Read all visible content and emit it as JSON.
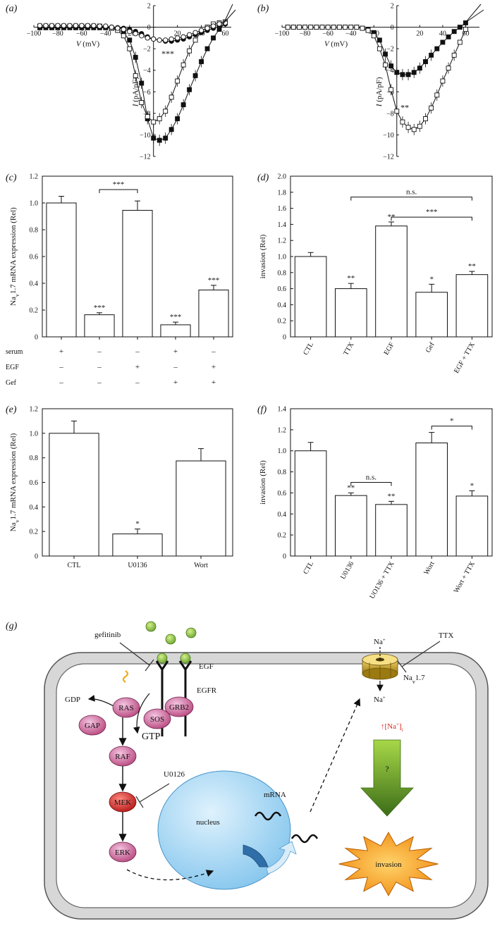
{
  "panel_labels": [
    "(a)",
    "(b)",
    "(c)",
    "(d)",
    "(e)",
    "(f)",
    "(g)"
  ],
  "chart_data": [
    {
      "id": "a",
      "type": "line",
      "xlabel_var": "V",
      "xlabel_unit": "(mV)",
      "ylabel_var": "I",
      "ylabel_unit": "(pA/pF)",
      "xlim": [
        -100,
        65
      ],
      "ylim": [
        -12,
        2
      ],
      "xticks": [
        -100,
        -80,
        -60,
        -40,
        -20,
        20,
        40,
        60
      ],
      "yticks": [
        -12,
        -10,
        -8,
        -6,
        -4,
        -2,
        0,
        2
      ],
      "series": [
        {
          "marker": "filled-square",
          "x": [
            -95,
            -90,
            -85,
            -80,
            -75,
            -70,
            -65,
            -60,
            -55,
            -50,
            -45,
            -40,
            -35,
            -30,
            -25,
            -20,
            -15,
            -10,
            -5,
            0,
            5,
            10,
            15,
            20,
            25,
            30,
            35,
            40,
            45,
            50,
            55,
            60
          ],
          "y": [
            -0.05,
            -0.05,
            -0.05,
            -0.05,
            -0.05,
            -0.05,
            -0.05,
            -0.05,
            -0.05,
            -0.05,
            -0.05,
            -0.05,
            -0.1,
            -0.2,
            -0.5,
            -1.2,
            -2.8,
            -5.2,
            -8.5,
            -10.3,
            -10.5,
            -10.3,
            -9.5,
            -8.5,
            -7.2,
            -5.8,
            -4.5,
            -3.2,
            -2.0,
            -1.0,
            -0.2,
            0.4
          ]
        },
        {
          "marker": "open-square",
          "x": [
            -95,
            -90,
            -85,
            -80,
            -75,
            -70,
            -65,
            -60,
            -55,
            -50,
            -45,
            -40,
            -35,
            -30,
            -25,
            -20,
            -15,
            -10,
            -5,
            0,
            5,
            10,
            15,
            20,
            25,
            30,
            35,
            40,
            45,
            50,
            55,
            60
          ],
          "y": [
            0.1,
            0.1,
            0.1,
            0.1,
            0.1,
            0.1,
            0.1,
            0.1,
            0.1,
            0.1,
            0.1,
            0.0,
            -0.1,
            -0.3,
            -0.8,
            -2.0,
            -4.5,
            -7.0,
            -8.3,
            -8.8,
            -8.5,
            -7.8,
            -6.5,
            -5.0,
            -3.5,
            -2.2,
            -1.2,
            -0.4,
            0.0,
            0.3,
            0.4,
            0.5
          ]
        },
        {
          "marker": "filled-circle",
          "x": [
            -95,
            -90,
            -85,
            -80,
            -75,
            -70,
            -65,
            -60,
            -55,
            -50,
            -45,
            -40,
            -35,
            -30,
            -25,
            -20,
            -15,
            -10,
            -5,
            0,
            5,
            10,
            15,
            20,
            25,
            30,
            35,
            40,
            45,
            50,
            55,
            60
          ],
          "y": [
            0,
            0,
            0,
            0,
            0,
            0,
            0,
            0,
            0,
            0,
            0,
            0,
            0,
            -0.05,
            -0.1,
            -0.2,
            -0.4,
            -0.6,
            -0.9,
            -1.1,
            -1.2,
            -1.3,
            -1.3,
            -1.2,
            -1.1,
            -0.9,
            -0.7,
            -0.5,
            -0.3,
            -0.1,
            0.1,
            0.3
          ]
        },
        {
          "marker": "open-circle",
          "x": [
            -95,
            -90,
            -85,
            -80,
            -75,
            -70,
            -65,
            -60,
            -55,
            -50,
            -45,
            -40,
            -35,
            -30,
            -25,
            -20,
            -15,
            -10,
            -5,
            0,
            5,
            10,
            15,
            20,
            25,
            30,
            35,
            40,
            45,
            50,
            55,
            60
          ],
          "y": [
            0.15,
            0.15,
            0.15,
            0.15,
            0.15,
            0.15,
            0.15,
            0.15,
            0.15,
            0.15,
            0.1,
            0.1,
            0,
            -0.1,
            -0.2,
            -0.4,
            -0.6,
            -0.8,
            -1.0,
            -1.1,
            -1.2,
            -1.2,
            -1.1,
            -1.0,
            -0.9,
            -0.7,
            -0.5,
            -0.3,
            -0.1,
            0.1,
            0.3,
            0.4
          ]
        }
      ],
      "annotations": [
        {
          "text": "***",
          "x": 12,
          "y": -2.7
        }
      ]
    },
    {
      "id": "b",
      "type": "line",
      "xlabel_var": "V",
      "xlabel_unit": "(mV)",
      "ylabel_var": "I",
      "ylabel_unit": "(pA/pF)",
      "xlim": [
        -100,
        72
      ],
      "ylim": [
        -12,
        2
      ],
      "xticks": [
        -100,
        -80,
        -60,
        -40,
        -20,
        20,
        40,
        60
      ],
      "yticks": [
        -12,
        -10,
        -8,
        -6,
        -4,
        -2,
        0,
        2
      ],
      "series": [
        {
          "marker": "filled-square",
          "x": [
            -95,
            -90,
            -85,
            -80,
            -75,
            -70,
            -65,
            -60,
            -55,
            -50,
            -45,
            -40,
            -35,
            -30,
            -25,
            -20,
            -15,
            -10,
            -5,
            0,
            5,
            10,
            15,
            20,
            25,
            30,
            35,
            40,
            45,
            50,
            55,
            60
          ],
          "y": [
            0,
            0,
            0,
            0,
            0,
            0,
            0,
            0,
            0,
            0,
            0,
            0,
            0,
            -0.1,
            -0.2,
            -0.5,
            -1.2,
            -2.5,
            -3.6,
            -4.2,
            -4.4,
            -4.4,
            -4.2,
            -3.8,
            -3.2,
            -2.6,
            -2.0,
            -1.4,
            -0.9,
            -0.4,
            0,
            0.4
          ]
        },
        {
          "marker": "open-square",
          "x": [
            -95,
            -90,
            -85,
            -80,
            -75,
            -70,
            -65,
            -60,
            -55,
            -50,
            -45,
            -40,
            -35,
            -30,
            -25,
            -20,
            -15,
            -10,
            -5,
            0,
            5,
            10,
            15,
            20,
            25,
            30,
            35,
            40,
            45,
            50,
            55,
            60
          ],
          "y": [
            0,
            0,
            0,
            0,
            0,
            0,
            0,
            0,
            0,
            0,
            0,
            0,
            0,
            -0.1,
            -0.3,
            -0.8,
            -2.0,
            -3.5,
            -5.8,
            -7.8,
            -8.8,
            -9.3,
            -9.5,
            -9.2,
            -8.5,
            -7.5,
            -6.3,
            -5.0,
            -3.8,
            -2.6,
            -1.4,
            -0.2
          ]
        }
      ],
      "annotations": [
        {
          "text": "**",
          "x": 7,
          "y": -7.7
        }
      ]
    },
    {
      "id": "c",
      "type": "bar",
      "ylabel_prefix": "Na",
      "ylabel_sub": "v",
      "ylabel_suffix": "1.7 mRNA expression (Rel)",
      "ylim": [
        0,
        1.2
      ],
      "yticks": [
        "0",
        "0.2",
        "0.4",
        "0.6",
        "0.8",
        "1.0",
        "1.2"
      ],
      "values": [
        1.0,
        0.165,
        0.945,
        0.09,
        0.35
      ],
      "errors": [
        0.05,
        0.015,
        0.07,
        0.02,
        0.035
      ],
      "bar_labels": [
        "",
        "***",
        "",
        "***",
        "***"
      ],
      "brackets": [
        {
          "from": 1,
          "to": 2,
          "label": "***",
          "y": 1.1
        }
      ],
      "condition_rows": [
        {
          "label": "serum",
          "signs": [
            "+",
            "–",
            "–",
            "+",
            "–"
          ]
        },
        {
          "label": "EGF",
          "signs": [
            "–",
            "–",
            "+",
            "–",
            "+"
          ]
        },
        {
          "label": "Gef",
          "signs": [
            "–",
            "–",
            "–",
            "+",
            "+"
          ]
        }
      ]
    },
    {
      "id": "d",
      "type": "bar",
      "ylabel": "invasion (Rel)",
      "ylim": [
        0,
        2.0
      ],
      "yticks": [
        "0",
        "0.2",
        "0.4",
        "0.6",
        "0.8",
        "1.0",
        "1.2",
        "1.4",
        "1.6",
        "1.8",
        "2.0"
      ],
      "categories": [
        "CTL",
        "TTX",
        "EGF",
        "Gef",
        "EGF + TTX"
      ],
      "values": [
        1.0,
        0.6,
        1.38,
        0.555,
        0.775
      ],
      "errors": [
        0.05,
        0.065,
        0.05,
        0.1,
        0.04
      ],
      "bar_labels": [
        "",
        "**",
        "**",
        "*",
        "**"
      ],
      "brackets": [
        {
          "from": 1,
          "to": 4,
          "label": "n.s.",
          "y": 1.74
        },
        {
          "from": 2,
          "to": 4,
          "label": "***",
          "y": 1.49
        }
      ]
    },
    {
      "id": "e",
      "type": "bar",
      "ylabel_prefix": "Na",
      "ylabel_sub": "v",
      "ylabel_suffix": "1.7 mRNA expression (Rel)",
      "ylim": [
        0,
        1.2
      ],
      "yticks": [
        "0",
        "0.2",
        "0.4",
        "0.6",
        "0.8",
        "1.0",
        "1.2"
      ],
      "categories": [
        "CTL",
        "U0136",
        "Wort"
      ],
      "values": [
        1.0,
        0.18,
        0.775
      ],
      "errors": [
        0.1,
        0.04,
        0.1
      ],
      "bar_labels": [
        "",
        "*",
        ""
      ],
      "brackets": []
    },
    {
      "id": "f",
      "type": "bar",
      "ylabel": "invasion (Rel)",
      "ylim": [
        0,
        1.4
      ],
      "yticks": [
        "0",
        "0.2",
        "0.4",
        "0.6",
        "0.8",
        "1.0",
        "1.2",
        "1.4"
      ],
      "categories": [
        "CTL",
        "U0136",
        "UO136 + TTX",
        "Wort",
        "Wort + TTX"
      ],
      "values": [
        1.0,
        0.575,
        0.49,
        1.075,
        0.57
      ],
      "errors": [
        0.08,
        0.025,
        0.03,
        0.1,
        0.05
      ],
      "bar_labels": [
        "",
        "**",
        "**",
        "",
        "*"
      ],
      "brackets": [
        {
          "from": 1,
          "to": 2,
          "label": "n.s.",
          "y": 0.7
        },
        {
          "from": 3,
          "to": 4,
          "label": "*",
          "y": 1.235
        }
      ]
    }
  ],
  "diagram": {
    "gefitinib": "gefitinib",
    "egf": "EGF",
    "egfr": "EGFR",
    "gdp": "GDP",
    "gtp": "GTP",
    "ras": "RAS",
    "gap": "GAP",
    "sos": "SOS",
    "grb2": "GRB2",
    "raf": "RAF",
    "mek": "MEK",
    "erk": "ERK",
    "u0126": "U0126",
    "nucleus": "nucleus",
    "mrna": "mRNA",
    "ttx": "TTX",
    "na_out": "Na",
    "na_out_sup": "+",
    "na_in": "Na",
    "na_in_sup": "+",
    "channel_pre": "Na",
    "channel_sub": "v",
    "channel_post": "1.7",
    "na_i_arrow": "↑",
    "na_i_text": "[Na",
    "na_i_sup": "+",
    "na_i_close": "]",
    "na_i_sub": "i",
    "question": "?",
    "invasion": "invasion",
    "colors": {
      "arrow_fill": "#6aa330",
      "burst": "#f39a1c",
      "nucleus": "#a6d8f5",
      "ion_red": "#d9261c",
      "ras": "#c9609c",
      "mek": "#cc2020",
      "egf": "#8dc63f"
    }
  }
}
